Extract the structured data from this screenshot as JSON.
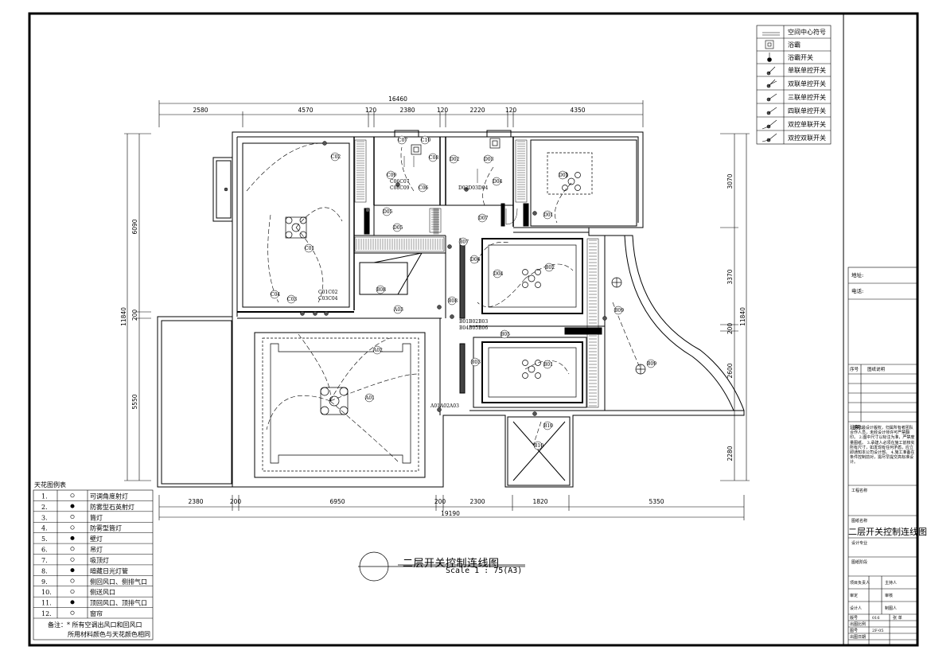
{
  "drawing": {
    "title": "二层开关控制连线图",
    "scale": "Scale 1 : 75(A3)"
  },
  "top_legend": [
    {
      "symbol": "center-symbol",
      "label": "空间中心符号"
    },
    {
      "symbol": "yuba",
      "label": "浴霸"
    },
    {
      "symbol": "yuba-switch",
      "label": "浴霸开关"
    },
    {
      "symbol": "switch-1",
      "label": "单联单控开关"
    },
    {
      "symbol": "switch-2",
      "label": "双联单控开关"
    },
    {
      "symbol": "switch-3",
      "label": "三联单控开关"
    },
    {
      "symbol": "switch-4",
      "label": "四联单控开关"
    },
    {
      "symbol": "dual-1",
      "label": "双控单联开关"
    },
    {
      "symbol": "dual-2",
      "label": "双控双联开关"
    }
  ],
  "ceiling_legend": {
    "title": "天花图例表",
    "rows": [
      {
        "no": "1.",
        "label": "可调角度射灯"
      },
      {
        "no": "2.",
        "label": "防雾型石英射灯"
      },
      {
        "no": "3.",
        "label": "筒灯"
      },
      {
        "no": "4.",
        "label": "防雾型筒灯"
      },
      {
        "no": "5.",
        "label": "壁灯"
      },
      {
        "no": "6.",
        "label": "吊灯"
      },
      {
        "no": "7.",
        "label": "吸顶灯"
      },
      {
        "no": "8.",
        "label": "暗藏日光灯管"
      },
      {
        "no": "9.",
        "label": "侧回风口、侧排气口"
      },
      {
        "no": "10.",
        "label": "侧送风口"
      },
      {
        "no": "11.",
        "label": "顶回风口、顶排气口"
      },
      {
        "no": "12.",
        "label": "窗帘"
      }
    ],
    "note1": "备注：* 所有空调出风口和回风口",
    "note2": "所用材料颜色与天花颜色相同"
  },
  "dims_top": {
    "total": "16460",
    "segments": [
      "2580",
      "4570",
      "120",
      "2380",
      "120",
      "2220",
      "120",
      "4350"
    ]
  },
  "dims_bottom": {
    "total": "19190",
    "segments": [
      "2380",
      "200",
      "6950",
      "200",
      "2300",
      "1820",
      "5350"
    ]
  },
  "dims_left": {
    "total": "11840",
    "segments": [
      "6090",
      "200",
      "5550"
    ]
  },
  "dims_right": {
    "total": "11840",
    "segments": [
      "3070",
      "3370",
      "200",
      "2600",
      "2280"
    ]
  },
  "room_tags": {
    "c_tags": [
      "C01",
      "C02",
      "C03",
      "C04",
      "C10",
      "C07",
      "C08",
      "C09",
      "C06",
      "C06C07",
      "C08C09",
      "C01C02",
      "C03C04"
    ],
    "d_tags": [
      "D01",
      "D02",
      "D03",
      "D04",
      "D05",
      "D06",
      "D07",
      "D02D03D04"
    ],
    "a_tags": [
      "A01",
      "A02",
      "A03",
      "A01A02A03"
    ],
    "b_tags": [
      "B01",
      "B02",
      "B03",
      "B04",
      "B05",
      "B06",
      "B07",
      "B08",
      "B09",
      "B10",
      "B01B02B03",
      "B04B05B06"
    ]
  },
  "title_block": {
    "address": "地址:",
    "phone": "电话:",
    "seq": "序号",
    "drawing_desc": "图纸说明",
    "notes_title": "注明:",
    "notes": "1.图纸最设计版权，归属所有者团队合作人员，未经设计师许可严禁翻印。 2.图中尺寸以标注为准，严禁度量图纸。 3.承建人必须在施工前核实所有尺寸，如发现有任何矛盾，应立即通知本公司设计部。 4.施工准备在条件控制前对，需尽早提交高标准设计。",
    "project_name": "工程名称",
    "drawing_name": "图纸名称",
    "drawing_title": "二层开关控制连线图",
    "discipline": "设计专业",
    "stage": "图纸阶段",
    "project_lead": "项目负责人",
    "chief": "主持人",
    "reviewer": "审定",
    "checker": "审核",
    "designer": "设计人",
    "drafter": "制图人",
    "version_label": "版号",
    "version": "016",
    "sheet_label": "张 单",
    "scale_label": "出图比例",
    "number_label": "图号",
    "number": "2F-05",
    "date_label": "出图日期"
  }
}
